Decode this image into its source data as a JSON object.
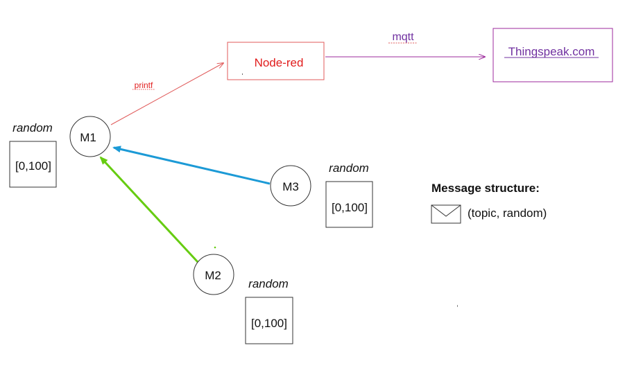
{
  "nodes": {
    "node_red": {
      "label": "Node-red",
      "color": "#e11d1d",
      "border": "#e05a5a"
    },
    "thingspeak": {
      "label": "Thingspeak.com",
      "color": "#7030a0",
      "border": "#9c2a9c"
    },
    "m1": {
      "label": "M1"
    },
    "m2": {
      "label": "M2"
    },
    "m3": {
      "label": "M3"
    }
  },
  "edges": {
    "m1_to_nodered": {
      "label": "printf",
      "color": "#e05a5a"
    },
    "nodered_to_thingspeak": {
      "label": "mqtt",
      "color": "#9c2a9c"
    },
    "m3_to_m1": {
      "color": "#1c9ad6"
    },
    "m2_to_m1": {
      "color": "#66cc11"
    }
  },
  "random_boxes": {
    "m1": {
      "title": "random",
      "range": "[0,100]"
    },
    "m3": {
      "title": "random",
      "range": "[0,100]"
    },
    "m2": {
      "title": "random",
      "range": "[0,100]"
    }
  },
  "legend": {
    "heading": "Message structure:",
    "icon": "envelope-icon",
    "text": "(topic, random)"
  }
}
